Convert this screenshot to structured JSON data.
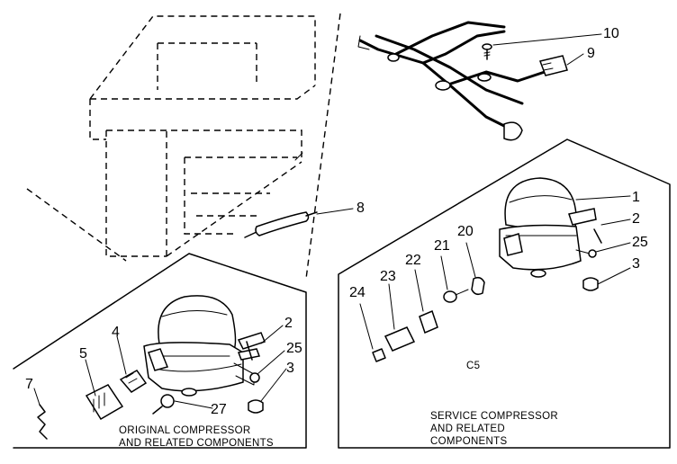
{
  "diagram": {
    "callouts": {
      "p10": "10",
      "p9": "9",
      "p8": "8",
      "p1": "1",
      "p2_service": "2",
      "p25_service": "25",
      "p3_service": "3",
      "p20": "20",
      "p21": "21",
      "p22": "22",
      "p23": "23",
      "p24": "24",
      "p2_original": "2",
      "p25_original": "25",
      "p3_original": "3",
      "p4": "4",
      "p5": "5",
      "p7": "7",
      "p27": "27"
    },
    "captions": {
      "original_line1": "ORIGINAL COMPRESSOR",
      "original_line2": "AND RELATED COMPONENTS",
      "service_line1": "SERVICE COMPRESSOR",
      "service_line2": "AND RELATED",
      "service_line3": "COMPONENTS",
      "panel_code": "C5"
    }
  }
}
